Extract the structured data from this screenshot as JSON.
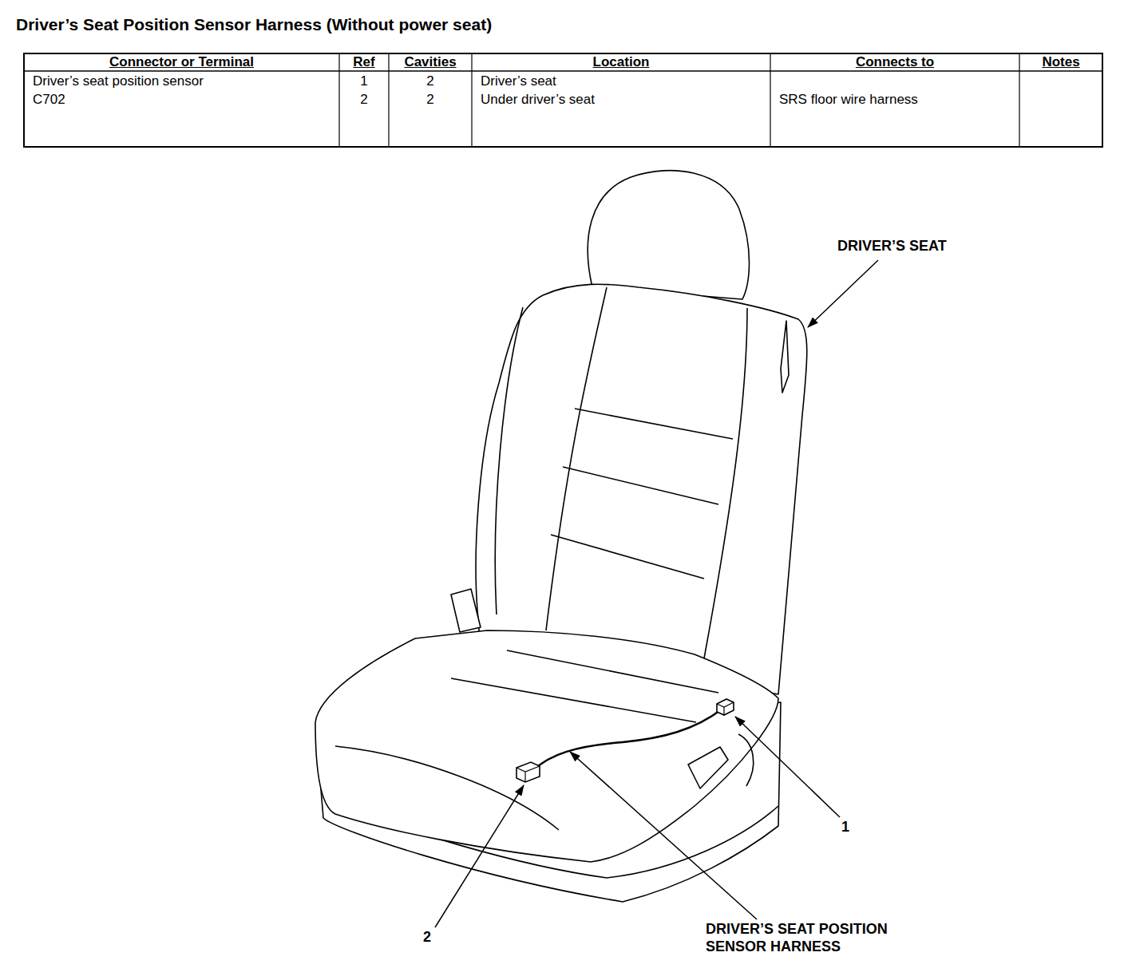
{
  "diagram": {
    "title": "Driver’s Seat Position Sensor Harness (Without power seat)",
    "labels": [
      "Connector or Terminal",
      "Ref",
      "Cavities",
      "Location",
      "Connects to",
      "Notes",
      "Driver’s seat position sensor",
      "1",
      "2",
      "Driver’s seat",
      "C702",
      "2",
      "2",
      "Under driver’s seat",
      "SRS floor wire harness",
      "DRIVER’S SEAT",
      "1",
      "2",
      "DRIVER’S SEAT POSITION SENSOR HARNESS"
    ]
  }
}
